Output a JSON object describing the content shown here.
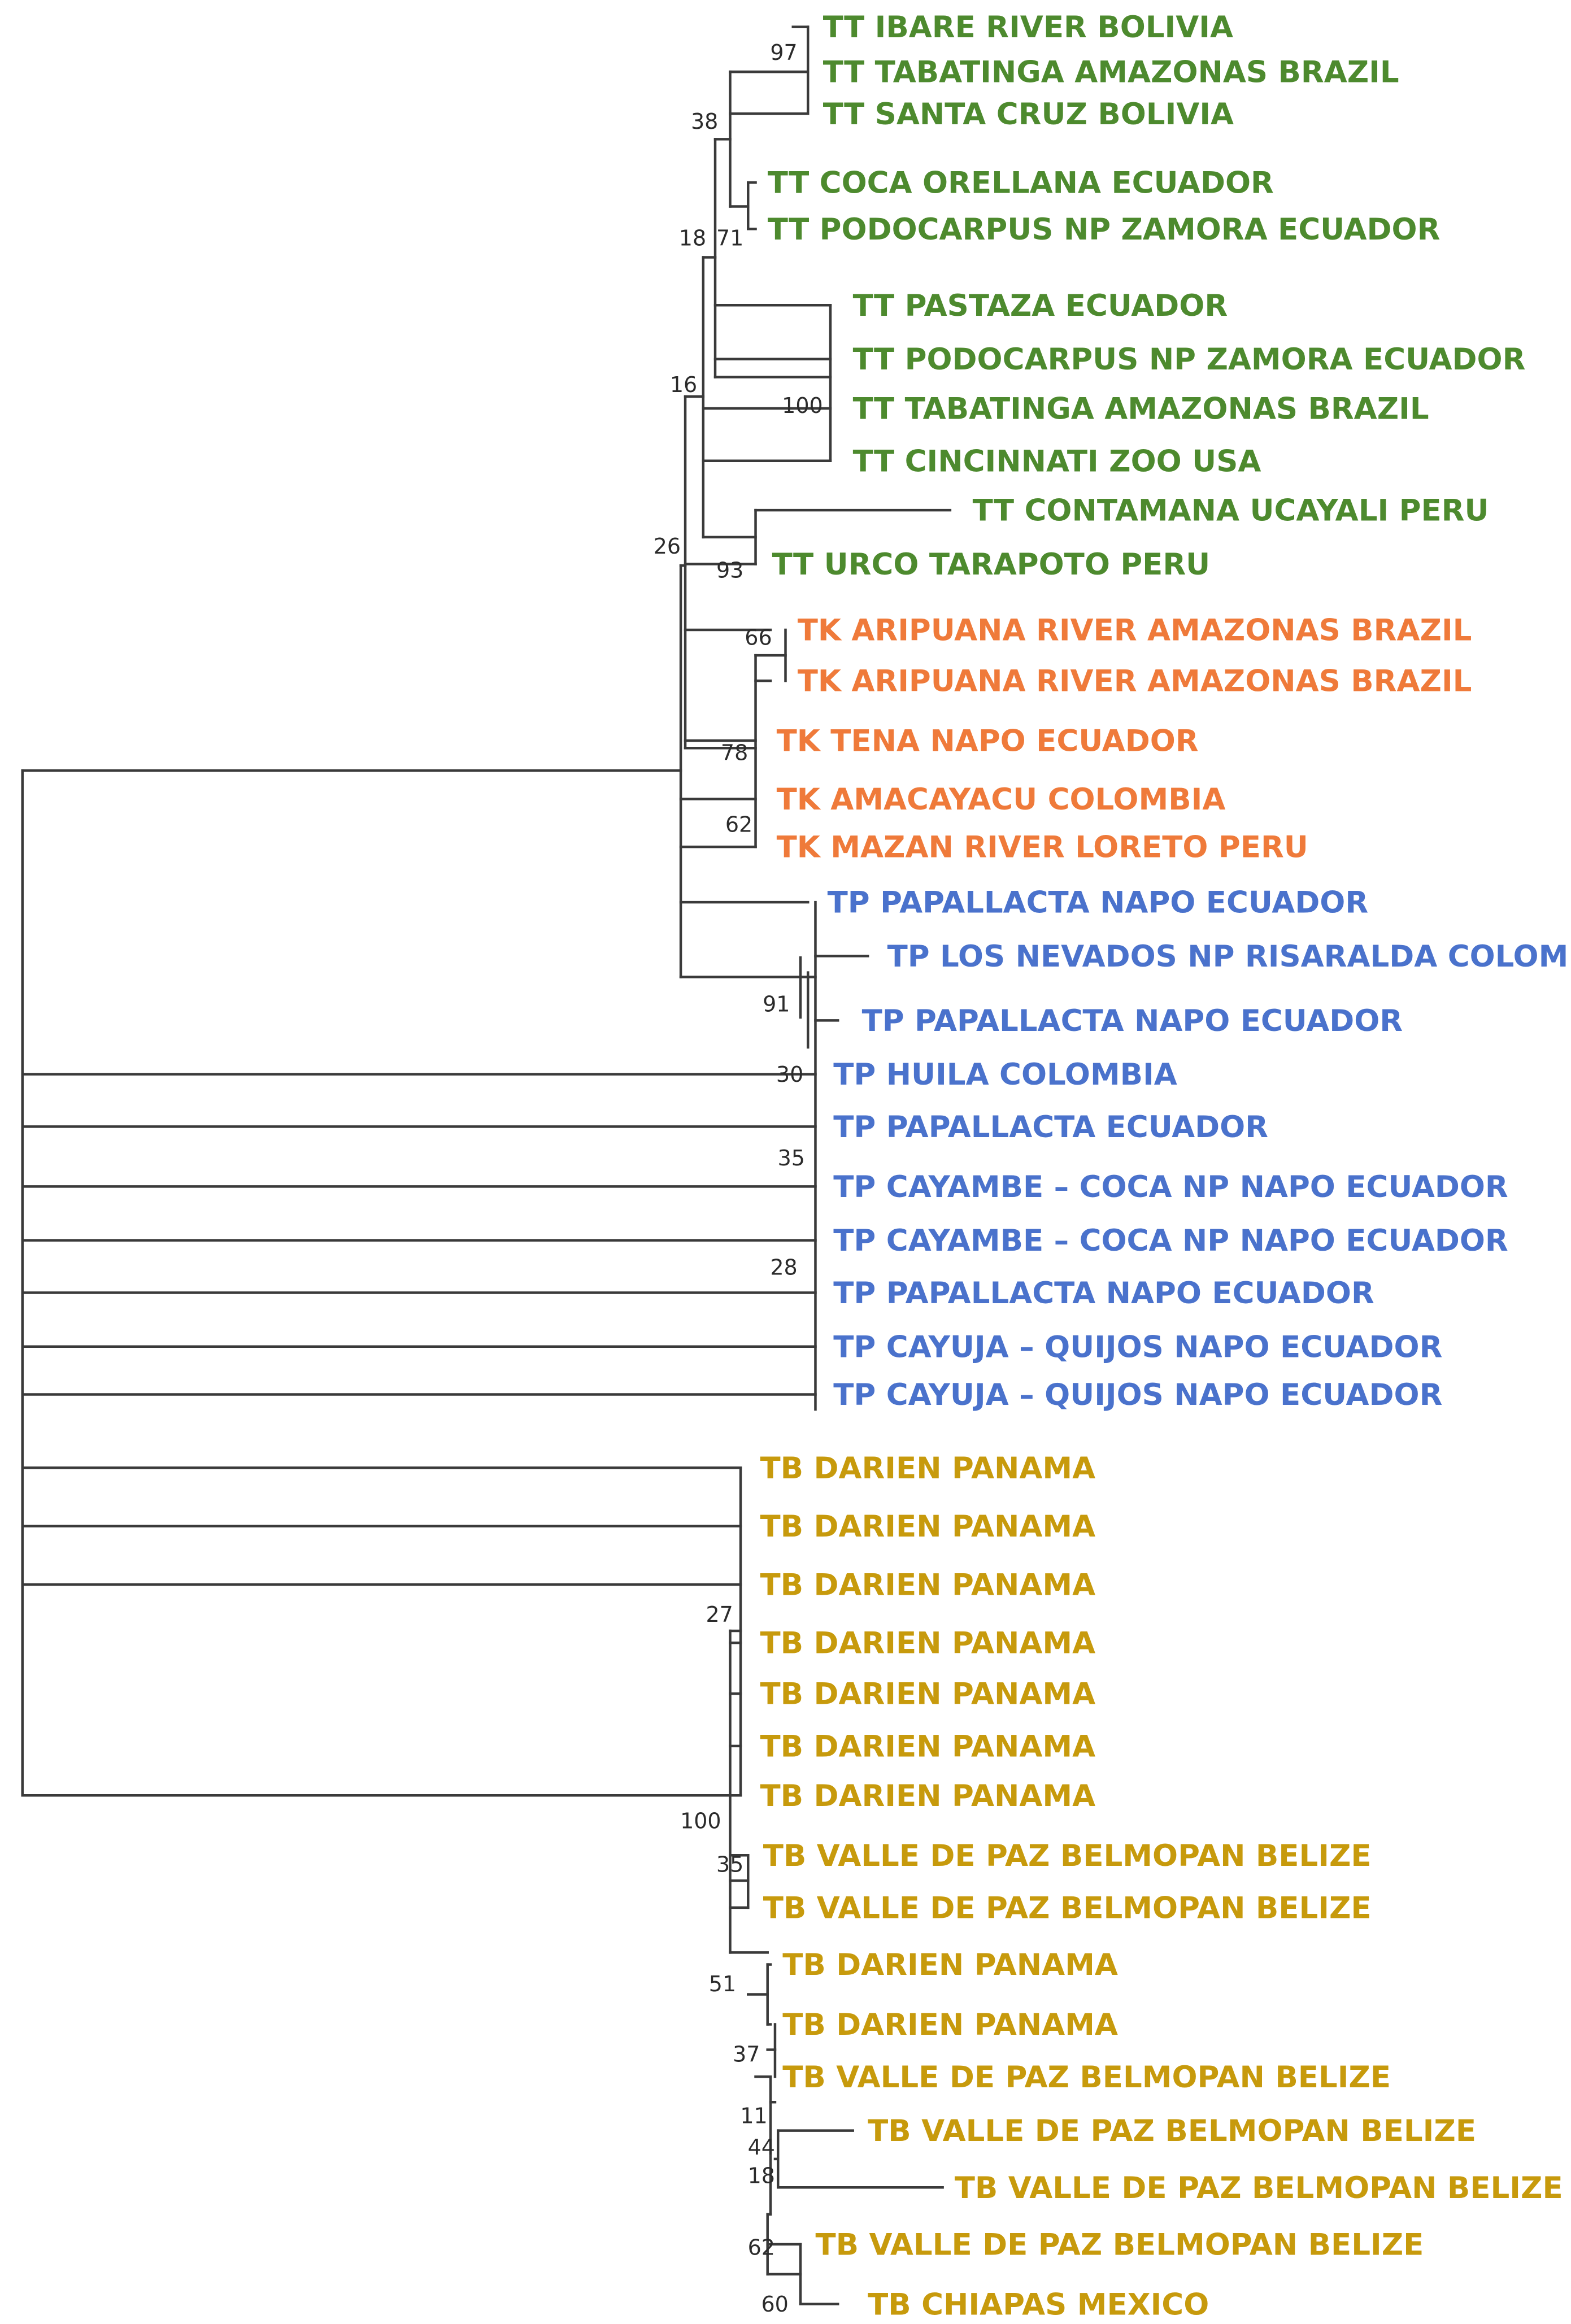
{
  "colors": {
    "TT": "#4d8a2e",
    "TK": "#ef7a3a",
    "TP": "#4a72cc",
    "TB": "#c79a0c",
    "branch": "#3a3a3a"
  },
  "taxa": [
    {
      "group": "TT",
      "label": "TT IBARE RIVER BOLIVIA"
    },
    {
      "group": "TT",
      "label": "TT TABATINGA AMAZONAS BRAZIL"
    },
    {
      "group": "TT",
      "label": "TT SANTA CRUZ BOLIVIA"
    },
    {
      "group": "TT",
      "label": "TT COCA ORELLANA ECUADOR"
    },
    {
      "group": "TT",
      "label": "TT PODOCARPUS NP ZAMORA ECUADOR"
    },
    {
      "group": "TT",
      "label": "TT PASTAZA ECUADOR"
    },
    {
      "group": "TT",
      "label": "TT PODOCARPUS NP ZAMORA ECUADOR"
    },
    {
      "group": "TT",
      "label": "TT TABATINGA AMAZONAS BRAZIL"
    },
    {
      "group": "TT",
      "label": "TT CINCINNATI ZOO USA"
    },
    {
      "group": "TT",
      "label": "TT CONTAMANA UCAYALI PERU"
    },
    {
      "group": "TT",
      "label": "TT URCO TARAPOTO PERU"
    },
    {
      "group": "TK",
      "label": "TK ARIPUANA RIVER AMAZONAS BRAZIL"
    },
    {
      "group": "TK",
      "label": "TK ARIPUANA RIVER AMAZONAS BRAZIL"
    },
    {
      "group": "TK",
      "label": "TK TENA NAPO ECUADOR"
    },
    {
      "group": "TK",
      "label": "TK AMACAYACU COLOMBIA"
    },
    {
      "group": "TK",
      "label": "TK MAZAN RIVER LORETO PERU"
    },
    {
      "group": "TP",
      "label": "TP PAPALLACTA NAPO ECUADOR"
    },
    {
      "group": "TP",
      "label": "TP LOS NEVADOS NP RISARALDA COLOMBIA"
    },
    {
      "group": "TP",
      "label": "TP PAPALLACTA NAPO ECUADOR"
    },
    {
      "group": "TP",
      "label": "TP HUILA COLOMBIA"
    },
    {
      "group": "TP",
      "label": "TP PAPALLACTA ECUADOR"
    },
    {
      "group": "TP",
      "label": "TP CAYAMBE – COCA NP NAPO ECUADOR"
    },
    {
      "group": "TP",
      "label": "TP CAYAMBE – COCA NP NAPO ECUADOR"
    },
    {
      "group": "TP",
      "label": "TP PAPALLACTA NAPO ECUADOR"
    },
    {
      "group": "TP",
      "label": "TP CAYUJA – QUIJOS NAPO ECUADOR"
    },
    {
      "group": "TP",
      "label": "TP CAYUJA – QUIJOS NAPO ECUADOR"
    },
    {
      "group": "TB",
      "label": "TB DARIEN PANAMA"
    },
    {
      "group": "TB",
      "label": "TB DARIEN PANAMA"
    },
    {
      "group": "TB",
      "label": "TB DARIEN PANAMA"
    },
    {
      "group": "TB",
      "label": "TB DARIEN PANAMA"
    },
    {
      "group": "TB",
      "label": "TB DARIEN PANAMA"
    },
    {
      "group": "TB",
      "label": "TB DARIEN PANAMA"
    },
    {
      "group": "TB",
      "label": "TB DARIEN PANAMA"
    },
    {
      "group": "TB",
      "label": "TB VALLE DE PAZ BELMOPAN BELIZE"
    },
    {
      "group": "TB",
      "label": "TB VALLE DE PAZ BELMOPAN BELIZE"
    },
    {
      "group": "TB",
      "label": "TB DARIEN PANAMA"
    },
    {
      "group": "TB",
      "label": "TB DARIEN PANAMA"
    },
    {
      "group": "TB",
      "label": "TB VALLE DE PAZ BELMOPAN BELIZE"
    },
    {
      "group": "TB",
      "label": "TB VALLE DE PAZ BELMOPAN BELIZE"
    },
    {
      "group": "TB",
      "label": "TB VALLE DE PAZ BELMOPAN BELIZE"
    },
    {
      "group": "TB",
      "label": "TB VALLE DE PAZ BELMOPAN BELIZE"
    },
    {
      "group": "TB",
      "label": "TB CHIAPAS MEXICO"
    }
  ],
  "bootstrap_values": [
    "97",
    "38",
    "71",
    "18",
    "100",
    "16",
    "93",
    "26",
    "66",
    "78",
    "62",
    "91",
    "30",
    "35",
    "28",
    "27",
    "100",
    "35",
    "51",
    "37",
    "11",
    "44",
    "18",
    "62",
    "60"
  ]
}
